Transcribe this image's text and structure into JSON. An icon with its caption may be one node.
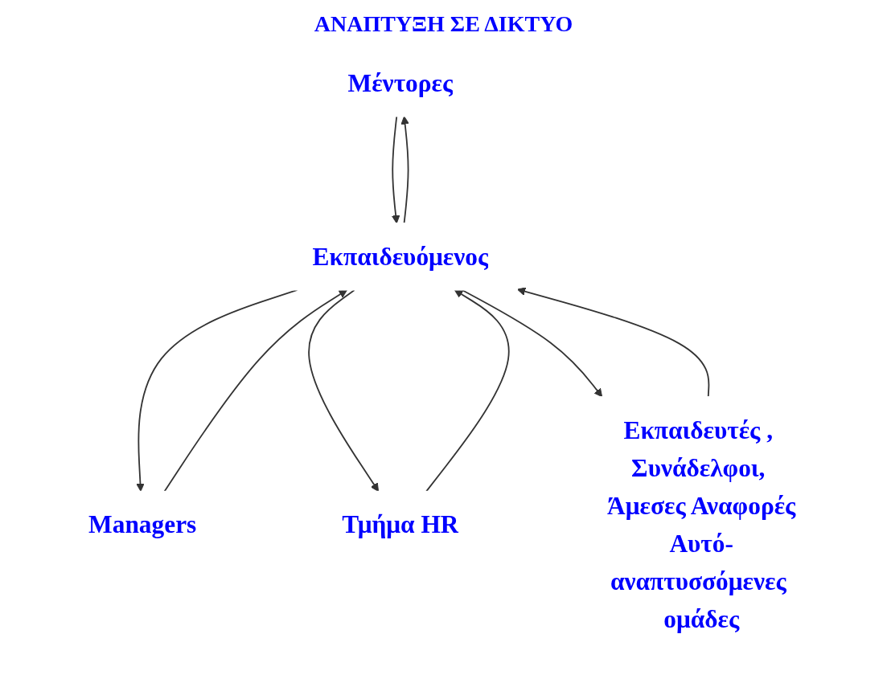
{
  "diagram": {
    "title": "ΑΝΑΠΤΥΞΗ ΣΕ ΔΙΚΤΥΟ",
    "nodes": [
      {
        "text": [
          "Μέντορες"
        ]
      },
      {
        "text": [
          "Managers"
        ]
      },
      {
        "text": [
          "Εκπαιδευόμενος"
        ]
      },
      {
        "text": [
          "Τμήμα HR"
        ]
      },
      {
        "text": [
          "Εκπαιδευτές , Συνάδελφοι, Άμεσες Αναφορές",
          "Αυτό-αναπτυσσόμενες ομάδες"
        ]
      }
    ],
    "edges": [
      {
        "from": 0,
        "to": 2,
        "arrow": "to"
      },
      {
        "from": 2,
        "to": 0,
        "arrow": "to"
      },
      {
        "from": 1,
        "to": 2,
        "arrow": "to"
      },
      {
        "from": 2,
        "to": 1,
        "arrow": "to"
      },
      {
        "from": 2,
        "to": 3,
        "arrow": "to"
      },
      {
        "from": 3,
        "to": 2,
        "arrow": "to"
      },
      {
        "from": 2,
        "to": 4,
        "arrow": "to"
      },
      {
        "from": 4,
        "to": 2,
        "arrow": "to"
      }
    ]
  }
}
